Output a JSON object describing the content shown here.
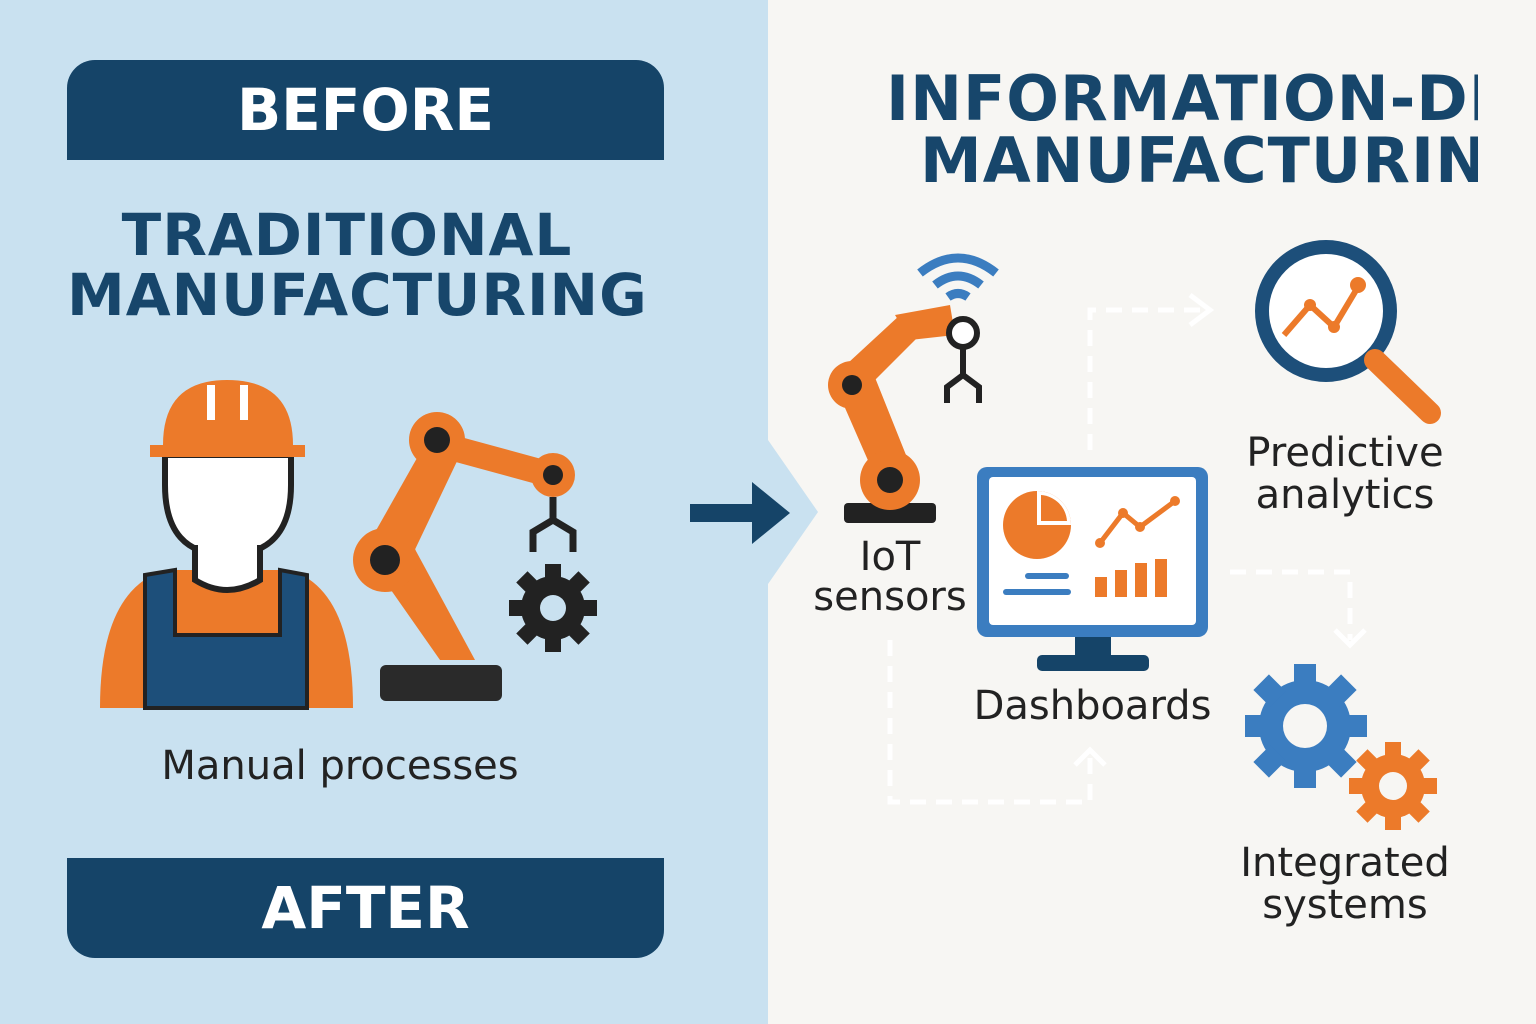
{
  "left": {
    "banner_top": "BEFORE",
    "title_line1": "TRADITIONAL",
    "title_line2": "MANUFACTURING",
    "caption": "Manual processes",
    "banner_bottom": "AFTER"
  },
  "right": {
    "title_line1": "INFORMATION-DRI\\",
    "title_line2": "MANUFACTURING",
    "iot_line1": "IoT",
    "iot_line2": "sensors",
    "dashboards": "Dashboards",
    "predictive_line1": "Predictive",
    "predictive_line2": "analytics",
    "integrated_line1": "Integrated",
    "integrated_line2": "systems"
  },
  "colors": {
    "navy": "#154468",
    "orange": "#ec7a2a",
    "blue": "#3b7dc0",
    "left_bg": "#c9e1f0",
    "right_bg": "#f7f6f3"
  }
}
